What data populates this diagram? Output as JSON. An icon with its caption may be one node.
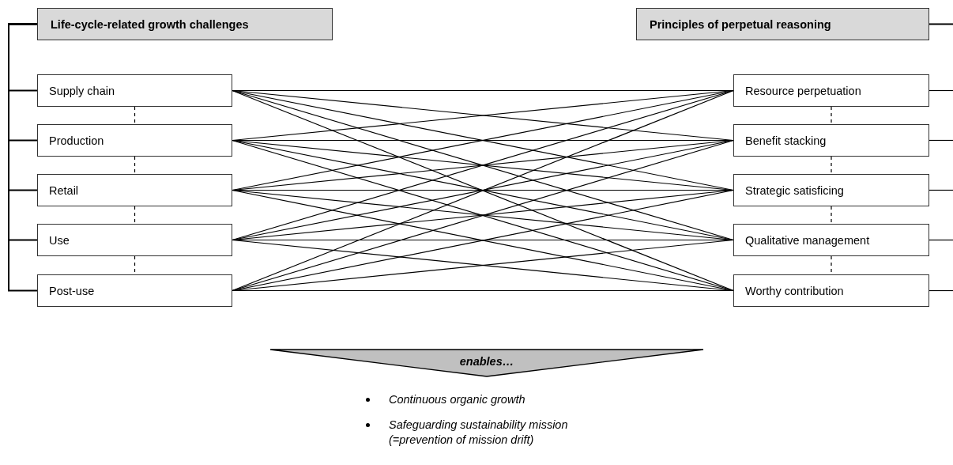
{
  "diagram": {
    "nodes": [
      {
        "text": [
          "Life-cycle-related growth challenges"
        ]
      },
      {
        "text": [
          "Supply chain"
        ]
      },
      {
        "text": [
          "Production"
        ]
      },
      {
        "text": [
          "Retail"
        ]
      },
      {
        "text": [
          "Use"
        ]
      },
      {
        "text": [
          "Post-use"
        ]
      },
      {
        "text": [
          "Principles of perpetual reasoning"
        ]
      },
      {
        "text": [
          "Resource perpetuation"
        ]
      },
      {
        "text": [
          "Benefit stacking"
        ]
      },
      {
        "text": [
          "Strategic satisficing"
        ]
      },
      {
        "text": [
          "Qualitative management"
        ]
      },
      {
        "text": [
          "Worthy contribution"
        ]
      },
      {
        "text": [
          "enables…"
        ]
      }
    ],
    "edges": [
      {
        "from": 0,
        "to": 1,
        "arrow": "none"
      },
      {
        "from": 0,
        "to": 2,
        "arrow": "none"
      },
      {
        "from": 0,
        "to": 3,
        "arrow": "none"
      },
      {
        "from": 0,
        "to": 4,
        "arrow": "none"
      },
      {
        "from": 0,
        "to": 5,
        "arrow": "none"
      },
      {
        "from": 1,
        "to": 2,
        "arrow": "none",
        "style": "dashed"
      },
      {
        "from": 2,
        "to": 3,
        "arrow": "none",
        "style": "dashed"
      },
      {
        "from": 3,
        "to": 4,
        "arrow": "none",
        "style": "dashed"
      },
      {
        "from": 4,
        "to": 5,
        "arrow": "none",
        "style": "dashed"
      },
      {
        "from": 1,
        "to": 7,
        "arrow": "none"
      },
      {
        "from": 1,
        "to": 8,
        "arrow": "none"
      },
      {
        "from": 1,
        "to": 9,
        "arrow": "none"
      },
      {
        "from": 1,
        "to": 10,
        "arrow": "none"
      },
      {
        "from": 1,
        "to": 11,
        "arrow": "none"
      },
      {
        "from": 2,
        "to": 7,
        "arrow": "none"
      },
      {
        "from": 2,
        "to": 8,
        "arrow": "none"
      },
      {
        "from": 2,
        "to": 9,
        "arrow": "none"
      },
      {
        "from": 2,
        "to": 10,
        "arrow": "none"
      },
      {
        "from": 2,
        "to": 11,
        "arrow": "none"
      },
      {
        "from": 3,
        "to": 7,
        "arrow": "none"
      },
      {
        "from": 3,
        "to": 8,
        "arrow": "none"
      },
      {
        "from": 3,
        "to": 9,
        "arrow": "none"
      },
      {
        "from": 3,
        "to": 10,
        "arrow": "none"
      },
      {
        "from": 3,
        "to": 11,
        "arrow": "none"
      },
      {
        "from": 4,
        "to": 7,
        "arrow": "none"
      },
      {
        "from": 4,
        "to": 8,
        "arrow": "none"
      },
      {
        "from": 4,
        "to": 9,
        "arrow": "none"
      },
      {
        "from": 4,
        "to": 10,
        "arrow": "none"
      },
      {
        "from": 4,
        "to": 11,
        "arrow": "none"
      },
      {
        "from": 5,
        "to": 7,
        "arrow": "none"
      },
      {
        "from": 5,
        "to": 8,
        "arrow": "none"
      },
      {
        "from": 5,
        "to": 9,
        "arrow": "none"
      },
      {
        "from": 5,
        "to": 10,
        "arrow": "none"
      },
      {
        "from": 5,
        "to": 11,
        "arrow": "none"
      },
      {
        "from": 7,
        "to": 8,
        "arrow": "none",
        "style": "dashed"
      },
      {
        "from": 8,
        "to": 9,
        "arrow": "none",
        "style": "dashed"
      },
      {
        "from": 9,
        "to": 10,
        "arrow": "none",
        "style": "dashed"
      },
      {
        "from": 10,
        "to": 11,
        "arrow": "none",
        "style": "dashed"
      },
      {
        "from": 6,
        "to": null,
        "arrow": "none"
      },
      {
        "from": 7,
        "to": null,
        "arrow": "none"
      },
      {
        "from": 8,
        "to": null,
        "arrow": "none"
      },
      {
        "from": 9,
        "to": null,
        "arrow": "none"
      },
      {
        "from": 10,
        "to": null,
        "arrow": "none"
      },
      {
        "from": 11,
        "to": null,
        "arrow": "none"
      }
    ],
    "labels": [
      "Continuous organic growth",
      "Safeguarding sustainability mission (=prevention of mission drift)"
    ]
  }
}
